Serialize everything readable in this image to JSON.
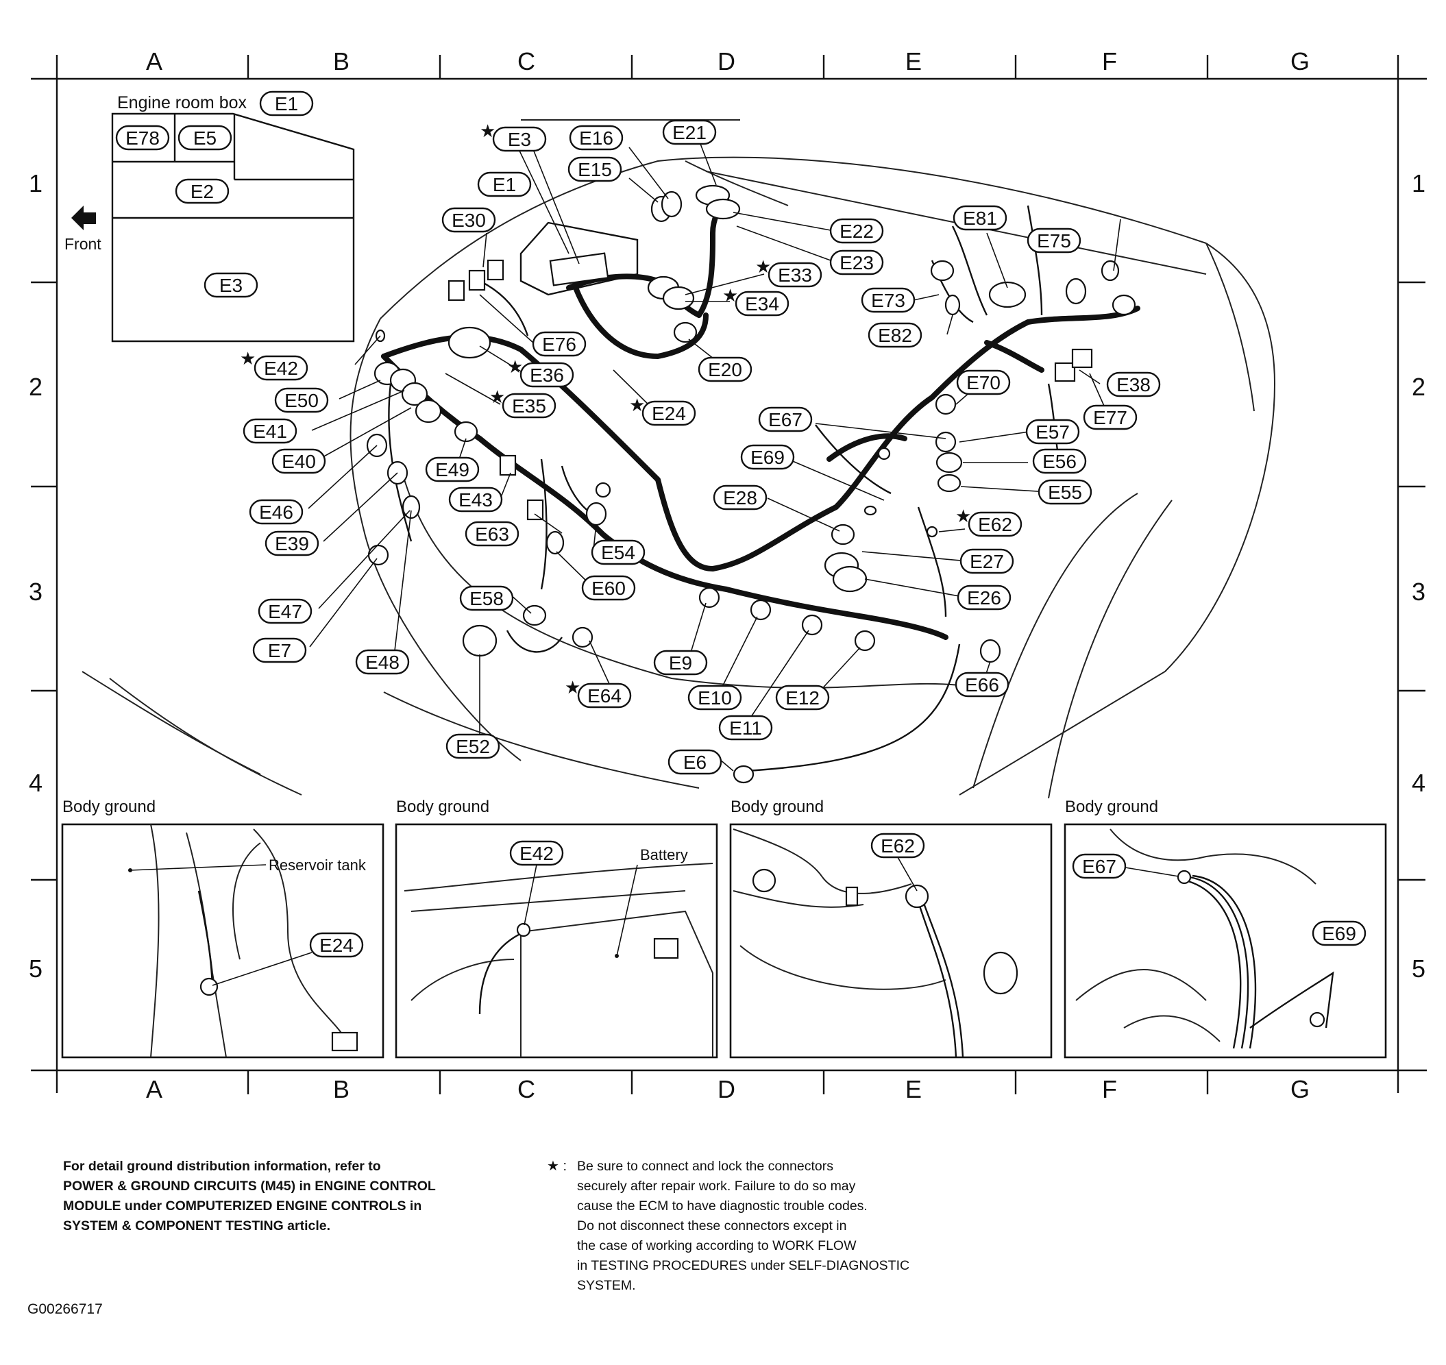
{
  "frame": {
    "columns": [
      "A",
      "B",
      "C",
      "D",
      "E",
      "F",
      "G"
    ],
    "rows": [
      "1",
      "2",
      "3",
      "4",
      "5"
    ]
  },
  "inset": {
    "title": "Engine room box",
    "title_connector": "E1",
    "slots": [
      "E78",
      "E5",
      "E2",
      "E3"
    ],
    "front_label": "Front"
  },
  "connectors": [
    {
      "id": "E3",
      "star": true
    },
    {
      "id": "E16"
    },
    {
      "id": "E21"
    },
    {
      "id": "E15"
    },
    {
      "id": "E1"
    },
    {
      "id": "E30"
    },
    {
      "id": "E22"
    },
    {
      "id": "E23"
    },
    {
      "id": "E81"
    },
    {
      "id": "E75"
    },
    {
      "id": "E33",
      "star": true
    },
    {
      "id": "E34",
      "star": true
    },
    {
      "id": "E73"
    },
    {
      "id": "E82"
    },
    {
      "id": "E76"
    },
    {
      "id": "E42",
      "star": true
    },
    {
      "id": "E36",
      "star": true
    },
    {
      "id": "E20"
    },
    {
      "id": "E38"
    },
    {
      "id": "E50"
    },
    {
      "id": "E35",
      "star": true
    },
    {
      "id": "E24",
      "star": true
    },
    {
      "id": "E70"
    },
    {
      "id": "E77"
    },
    {
      "id": "E41"
    },
    {
      "id": "E67"
    },
    {
      "id": "E57"
    },
    {
      "id": "E40"
    },
    {
      "id": "E49"
    },
    {
      "id": "E69"
    },
    {
      "id": "E56"
    },
    {
      "id": "E43"
    },
    {
      "id": "E28"
    },
    {
      "id": "E55"
    },
    {
      "id": "E46"
    },
    {
      "id": "E63"
    },
    {
      "id": "E62",
      "star": true
    },
    {
      "id": "E39"
    },
    {
      "id": "E54"
    },
    {
      "id": "E27"
    },
    {
      "id": "E60"
    },
    {
      "id": "E58"
    },
    {
      "id": "E26"
    },
    {
      "id": "E47"
    },
    {
      "id": "E7"
    },
    {
      "id": "E9"
    },
    {
      "id": "E48"
    },
    {
      "id": "E66"
    },
    {
      "id": "E64",
      "star": true
    },
    {
      "id": "E10"
    },
    {
      "id": "E12"
    },
    {
      "id": "E11"
    },
    {
      "id": "E52"
    },
    {
      "id": "E6"
    }
  ],
  "panels": [
    {
      "title": "Body ground",
      "labels": [
        "Reservoir tank",
        "E24"
      ]
    },
    {
      "title": "Body ground",
      "labels": [
        "E42",
        "Battery"
      ]
    },
    {
      "title": "Body ground",
      "labels": [
        "E62"
      ]
    },
    {
      "title": "Body ground",
      "labels": [
        "E67",
        "E69"
      ]
    }
  ],
  "notes": {
    "left": "For detail ground distribution information, refer to\nPOWER & GROUND CIRCUITS (M45) in ENGINE CONTROL\nMODULE under COMPUTERIZED ENGINE CONTROLS in\nSYSTEM & COMPONENT TESTING article.",
    "star_marker": "★ :",
    "right": "Be sure to connect and lock the connectors\nsecurely after repair work. Failure to do so may\ncause the ECM to have diagnostic trouble codes.\nDo not disconnect these connectors except in\nthe case of working according to WORK FLOW\nin TESTING PROCEDURES under SELF-DIAGNOSTIC\nSYSTEM."
  },
  "figure_id": "G00266717"
}
